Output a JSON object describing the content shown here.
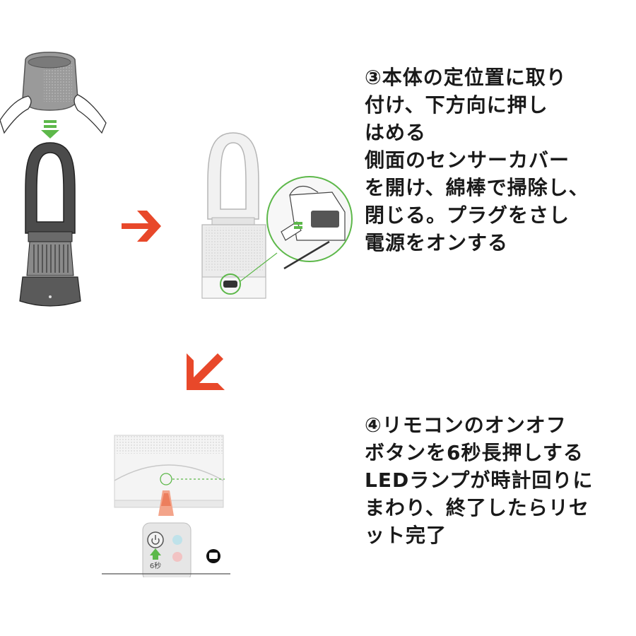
{
  "step3": {
    "lines": [
      "③本体の定位置に取り",
      "付け、下方向に押し",
      "はめる",
      "側面のセンサーカバー",
      "を開け、綿棒で掃除し、",
      "閉じる。プラグをさし",
      "電源をオンする"
    ]
  },
  "step4": {
    "lines": [
      "④リモコンのオンオフ",
      "ボタンを6秒長押しする",
      "LEDランプが時計回りに",
      "まわり、終了したらリセ",
      "ット完了"
    ]
  },
  "remote": {
    "seconds_label": "6秒"
  },
  "colors": {
    "arrow": "#e8482a",
    "green": "#5db84a",
    "dark_grey": "#4b4b4b",
    "light_grey": "#d9d9d9"
  },
  "icons": [
    "right-arrow-icon",
    "down-left-arrow-icon",
    "push-down-arrows-icon",
    "power-icon",
    "up-arrow-icon",
    "remote-symbol-icon"
  ]
}
